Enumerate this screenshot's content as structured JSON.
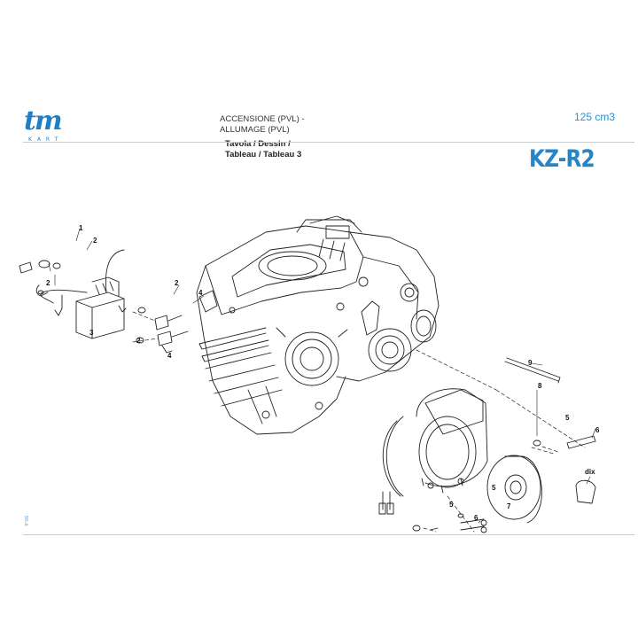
{
  "header": {
    "logo_text": "tm",
    "logo_subtext": "KART",
    "title_line1": "ACCENSIONE (PVL) -",
    "title_line2": "ALLUMAGE (PVL)",
    "subtitle_line1": "Tavola / Dessin /",
    "subtitle_line2": "Tableau / Tableau 3",
    "displacement": "125 cm3",
    "model": "KZ-R2"
  },
  "footer": {
    "side_mark": "tm.e"
  },
  "colors": {
    "brand_blue": "#1f7fc4",
    "rule_gray": "#c9ccd0",
    "line_art": "#222222"
  },
  "callouts": {
    "c1": "1",
    "c2a": "2",
    "c2b": "2",
    "c2c": "2",
    "c2d": "2",
    "c3": "3",
    "c4a": "4",
    "c4b": "4",
    "c5a": "5",
    "c5b": "5",
    "c5c": "5",
    "c6a": "6",
    "c6b": "6",
    "c7": "7",
    "c8": "8",
    "c9": "9",
    "cdix": "dix"
  }
}
